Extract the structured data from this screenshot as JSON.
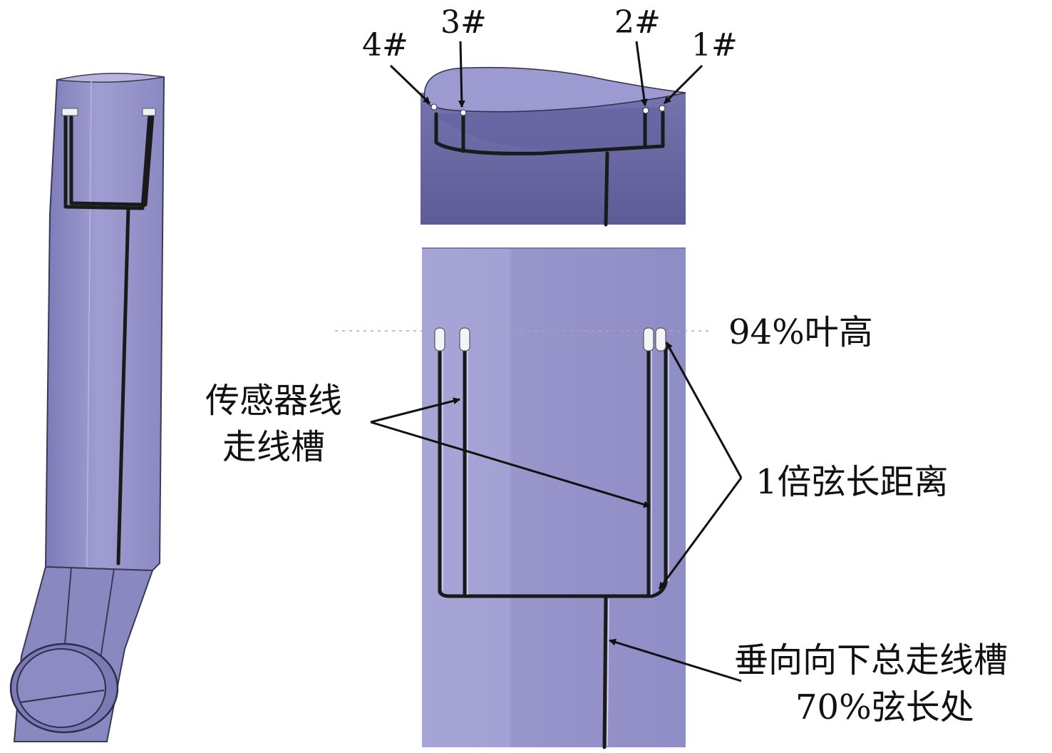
{
  "colors": {
    "blade_light": "#a5a3d4",
    "blade_mid": "#8e8cc4",
    "blade_dark": "#6e6ca8",
    "groove": "#1a1a1a",
    "text": "#111111"
  },
  "labels": {
    "sensor_1": "1#",
    "sensor_2": "2#",
    "sensor_3": "3#",
    "sensor_4": "4#",
    "height_mark": "94%叶高",
    "sensor_groove_line1": "传感器线",
    "sensor_groove_line2": "走线槽",
    "chord_distance": "1倍弦长距离",
    "main_groove_line1": "垂向向下总走线槽",
    "main_groove_line2": "70%弦长处"
  }
}
